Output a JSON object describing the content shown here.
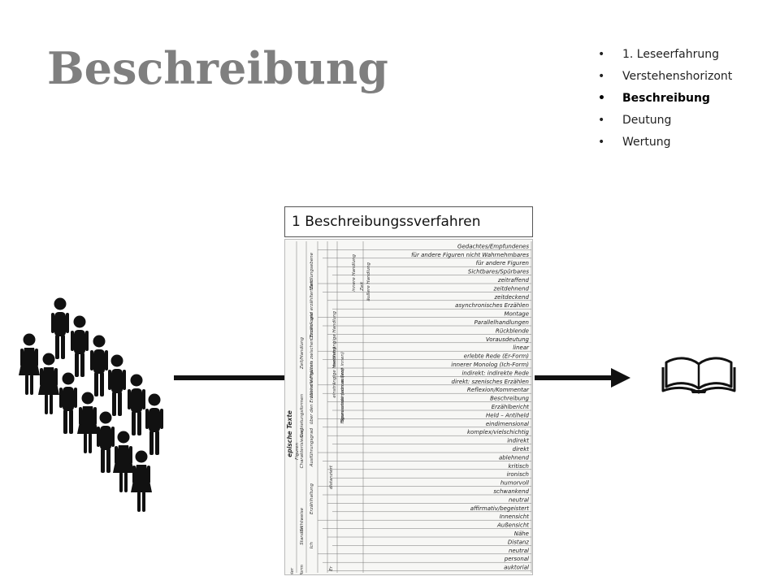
{
  "slide": {
    "title": "Beschreibung",
    "toc": [
      {
        "label": "1. Leseerfahrung",
        "active": false
      },
      {
        "label": "Verstehenshorizont",
        "active": false
      },
      {
        "label": "Beschreibung",
        "active": true
      },
      {
        "label": "Deutung",
        "active": false
      },
      {
        "label": "Wertung",
        "active": false
      }
    ]
  },
  "card": {
    "header": "1 Beschreibungssverfahren",
    "scan_rows": [
      "Gedachtes/Empfundenes",
      "für andere Figuren nicht Wahrnehmbares",
      "für andere Figuren",
      "Sichtbares/Spürbares",
      "zeitraffend",
      "zeitdehnend",
      "zeitdeckend",
      "asynchronisches Erzählen",
      "Montage",
      "Parallelhandlungen",
      "Rückblende",
      "Vorausdeutung",
      "linear",
      "erlebte Rede (Er-Form)",
      "innerer Monolog (Ich-Form)",
      "indirekt: indirekte Rede",
      "direkt: szenisches Erzählen",
      "Reflexion/Kommentar",
      "Beschreibung",
      "Erzählbericht",
      "Held – Antiheld",
      "eindimensional",
      "komplex/vielschichtig",
      "indirekt",
      "direkt",
      "ablehnend",
      "kritisch",
      "ironisch",
      "humorvoll",
      "schwankend",
      "neutral",
      "affirmativ/begeistert",
      "Innensicht",
      "Außensicht",
      "Nähe",
      "Distanz",
      "neutral",
      "personal",
      "auktorial"
    ],
    "scan_categories": [
      "Handlungsebene",
      "Verhältnis zwischen Erzähl- und erzählter Zeit",
      "Chronologie",
      "Zeit/Handlung",
      "Bewusstseinsstrom (von innen)",
      "über die Figuren",
      "Figurenrede (von außen)",
      "über den Erzähler",
      "Darbietungsformen",
      "epische Texte",
      "Charakterisierung",
      "Ausführungsgrad",
      "Figuren",
      "distanziert",
      "Erzählhaltung",
      "Sichtweise",
      "Standort",
      "Ich",
      "Er",
      "Erzählform",
      "Erzähler",
      "innere Handlung",
      "äußere Handlung",
      "mehrsträngige Handlung",
      "einsträngige Handlung",
      "Zeit"
    ]
  },
  "colors": {
    "title": "#7f7f7f",
    "arrow": "#111111",
    "figure": "#111111"
  },
  "icons": {
    "book": "open-book-icon",
    "crowd": "people-crowd-icon"
  }
}
